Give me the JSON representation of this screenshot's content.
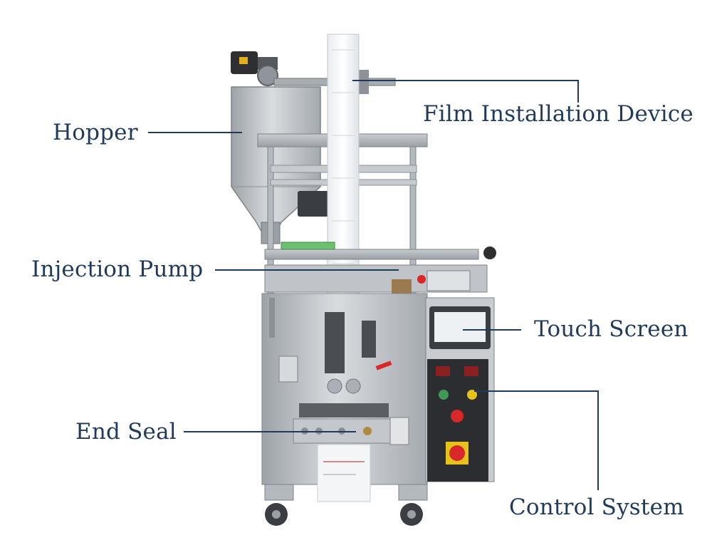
{
  "labels": {
    "hopper": "Hopper",
    "film_installation_device": "Film Installation Device",
    "injection_pump": "Injection Pump",
    "touch_screen": "Touch Screen",
    "end_seal": "End Seal",
    "control_system": "Control System"
  },
  "colors": {
    "label_text": "#1f3a5c",
    "leader_line": "#1f3a5c",
    "steel": "#b9bdc1",
    "panel_dark": "#2b2d30",
    "button_red": "#d8282a",
    "button_yellow": "#e7c21a",
    "button_green": "#3f9a55"
  }
}
